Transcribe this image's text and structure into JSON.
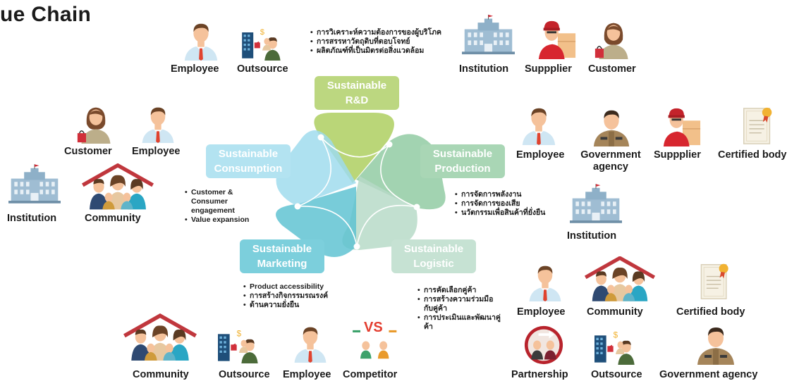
{
  "title": "ue Chain",
  "stages": {
    "rd": "Sustainable R&D",
    "production": "Sustainable Production",
    "logistic": "Sustainable Logistic",
    "marketing": "Sustainable Marketing",
    "consumption": "Sustainable Consumption"
  },
  "bullets": {
    "rd": [
      "การวิเคราะห์ความต้องการของผู้บริโภค",
      "การสรรหาวัตถุดิบที่ตอบโจทย์",
      "ผลิตภัณฑ์ที่เป็นมิตรต่อสิ่งแวดล้อม"
    ],
    "production": [
      "การจัดการพลังงาน",
      "การจัดการของเสีย",
      "นวัตกรรมเพื่อสินค้าที่ยั่งยืน"
    ],
    "logistic": [
      "การคัดเลือกคู่ค้า",
      "การสร้างความร่วมมือกับคู่ค้า",
      "การประเมินและพัฒนาคู่ค้า"
    ],
    "marketing": [
      "Product accessibility",
      "การสร้างกิจกรรมรณรงค์",
      "ด้านความยั่งยืน"
    ],
    "consumption": [
      "Customer & Consumer engagement",
      "Value expansion"
    ]
  },
  "stakeholders": {
    "top_left": [
      "Employee",
      "Outsource"
    ],
    "top_right": [
      "Institution",
      "Suppplier",
      "Customer"
    ],
    "left_upper": [
      "Customer",
      "Employee"
    ],
    "left_lower": [
      "Institution",
      "Community"
    ],
    "right_upper": [
      "Employee",
      "Government agency",
      "Suppplier",
      "Certified body"
    ],
    "right_mid": [
      "Institution"
    ],
    "right_lower": [
      "Employee",
      "Community",
      "Certified body"
    ],
    "bottom_left": [
      "Community",
      "Outsource",
      "Employee",
      "Competitor"
    ],
    "bottom_right": [
      "Partnership",
      "Outsource",
      "Government agency"
    ]
  },
  "vs_text": "VS",
  "icons": [
    "employee-icon",
    "outsource-icon",
    "institution-icon",
    "supplier-icon",
    "customer-icon",
    "community-icon",
    "government-icon",
    "certificate-icon",
    "partnership-icon",
    "competitor-icon"
  ],
  "colors": {
    "rd": "#a9cb57",
    "production": "#8cc89d",
    "logistic": "#b3d8c4",
    "marketing": "#57bfd0",
    "consumption": "#9ad9ec",
    "shirt": "#cfe6f3",
    "tie": "#e0432f",
    "skin": "#f5c29b",
    "hair": "#6b4326",
    "roof": "#c0373d",
    "building": "#7fa8c4"
  }
}
